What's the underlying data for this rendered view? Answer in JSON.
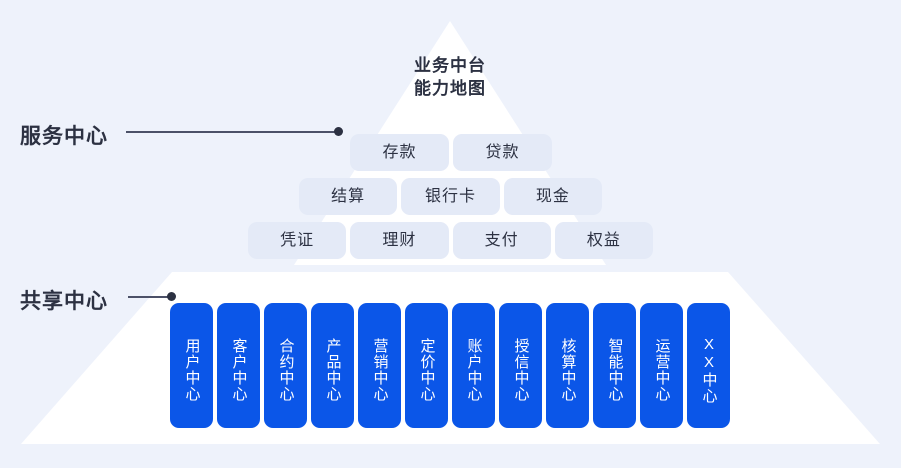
{
  "diagram": {
    "title": "业务中台\n能力地图",
    "colors": {
      "page_background": "#eef2fb",
      "pyramid": "#ffffff",
      "chip_background": "#e4eaf7",
      "card_blue": "#0b56e8",
      "text_dark": "#2c3142",
      "text_light": "#ffffff"
    },
    "labels": {
      "service_center": "服务中心",
      "shared_center": "共享中心"
    },
    "service_center_rows": [
      {
        "items": [
          "存款",
          "贷款"
        ]
      },
      {
        "items": [
          "结算",
          "银行卡",
          "现金"
        ]
      },
      {
        "items": [
          "凭证",
          "理财",
          "支付",
          "权益"
        ]
      }
    ],
    "shared_center_cards": [
      "用户中心",
      "客户中心",
      "合约中心",
      "产品中心",
      "营销中心",
      "定价中心",
      "账户中心",
      "授信中心",
      "核算中心",
      "智能中心",
      "运营中心",
      "XX中心"
    ]
  }
}
